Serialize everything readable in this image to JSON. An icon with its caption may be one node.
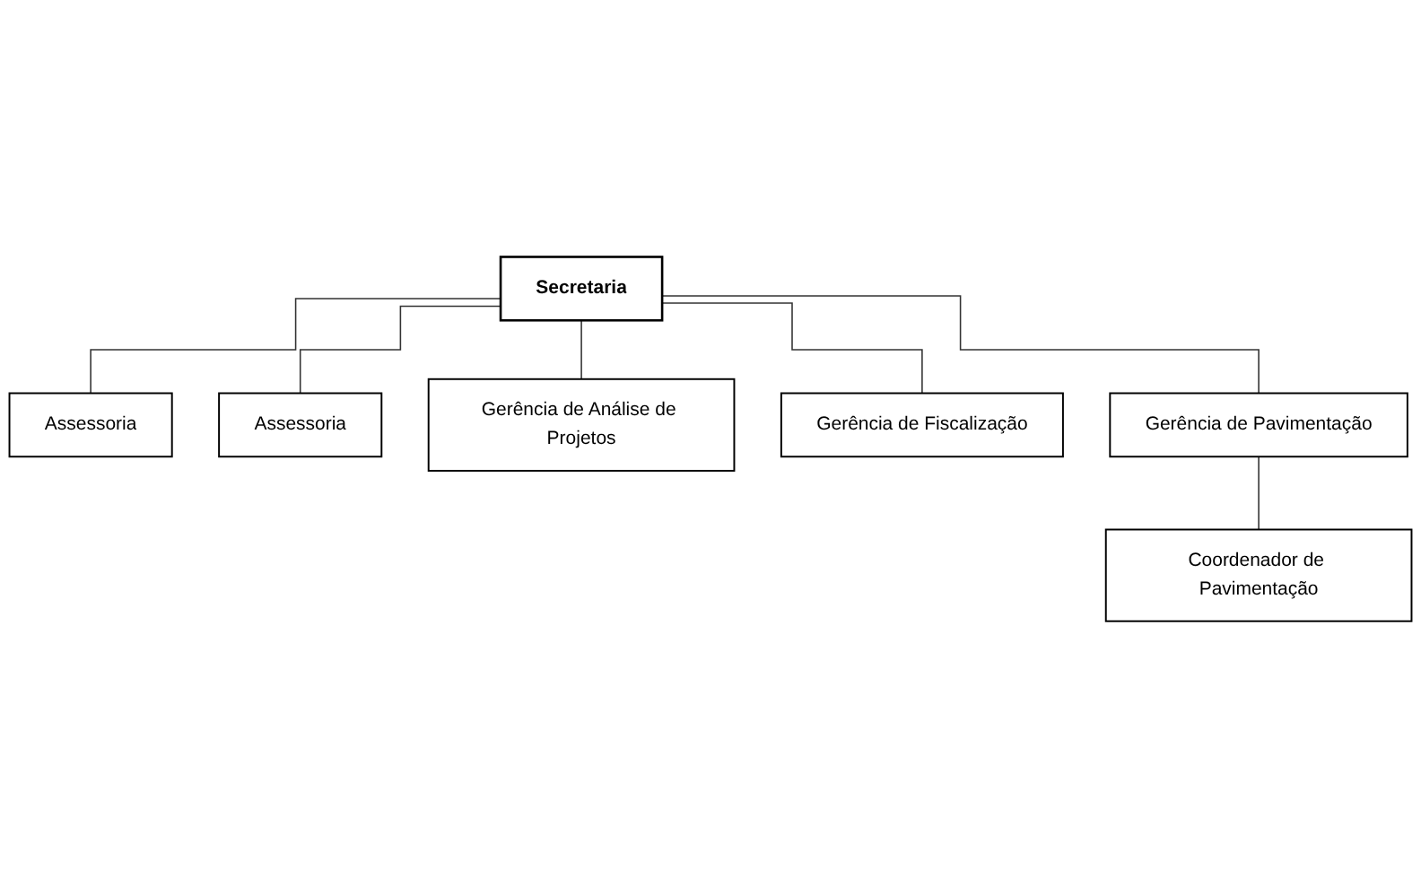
{
  "diagram": {
    "nodes": [
      {
        "text": [
          "Secretaria"
        ]
      },
      {
        "text": [
          "Assessoria"
        ]
      },
      {
        "text": [
          "Assessoria"
        ]
      },
      {
        "text": [
          "Gerência de Análise de Projetos"
        ]
      },
      {
        "text": [
          "Gerência de Fiscalização"
        ]
      },
      {
        "text": [
          "Gerência de Pavimentação"
        ]
      },
      {
        "text": [
          "Coordenador de Pavimentação"
        ]
      }
    ],
    "edges": [
      {
        "from": 0,
        "to": 1,
        "arrow": "none"
      },
      {
        "from": 0,
        "to": 2,
        "arrow": "none"
      },
      {
        "from": 0,
        "to": 3,
        "arrow": "none"
      },
      {
        "from": 0,
        "to": 4,
        "arrow": "none"
      },
      {
        "from": 0,
        "to": 5,
        "arrow": "none"
      },
      {
        "from": 5,
        "to": 6,
        "arrow": "none"
      }
    ]
  }
}
